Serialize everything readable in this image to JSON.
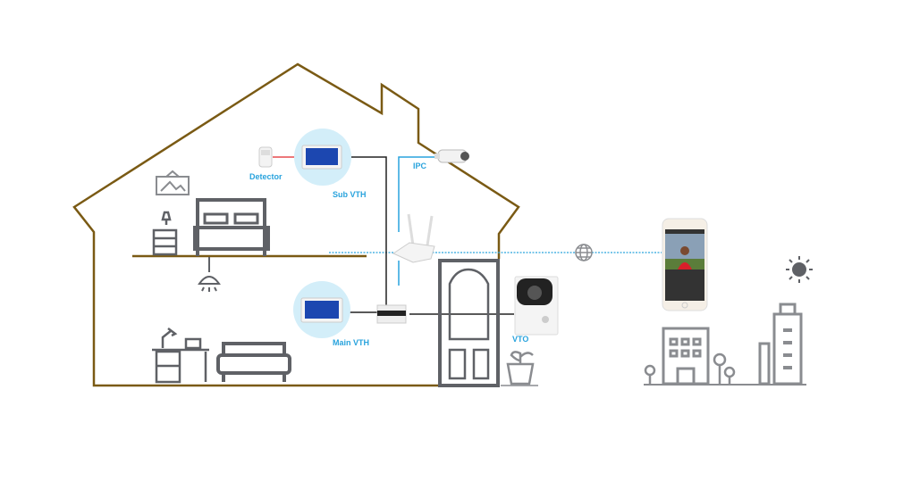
{
  "labels": {
    "detector": "Detector",
    "sub_vth": "Sub VTH",
    "ipc": "IPC",
    "main_vth": "Main VTH",
    "vto": "VTO"
  },
  "colors": {
    "house": "#7a5a14",
    "icon_gray": "#5f6166",
    "label_blue": "#29a3dd",
    "network_line": "#29a3dd",
    "vth_circle": "#d3eef9",
    "alarm_line": "#e0262b"
  },
  "icons": [
    "bed-icon",
    "nightstand-icon",
    "picture-frame-icon",
    "ceiling-lamp-icon",
    "desk-icon",
    "sofa-icon",
    "router-icon",
    "camera-icon",
    "door-icon",
    "plant-icon",
    "globe-icon",
    "smartphone-icon",
    "building-icon",
    "skyscraper-icon",
    "sun-icon",
    "tree-icon"
  ]
}
